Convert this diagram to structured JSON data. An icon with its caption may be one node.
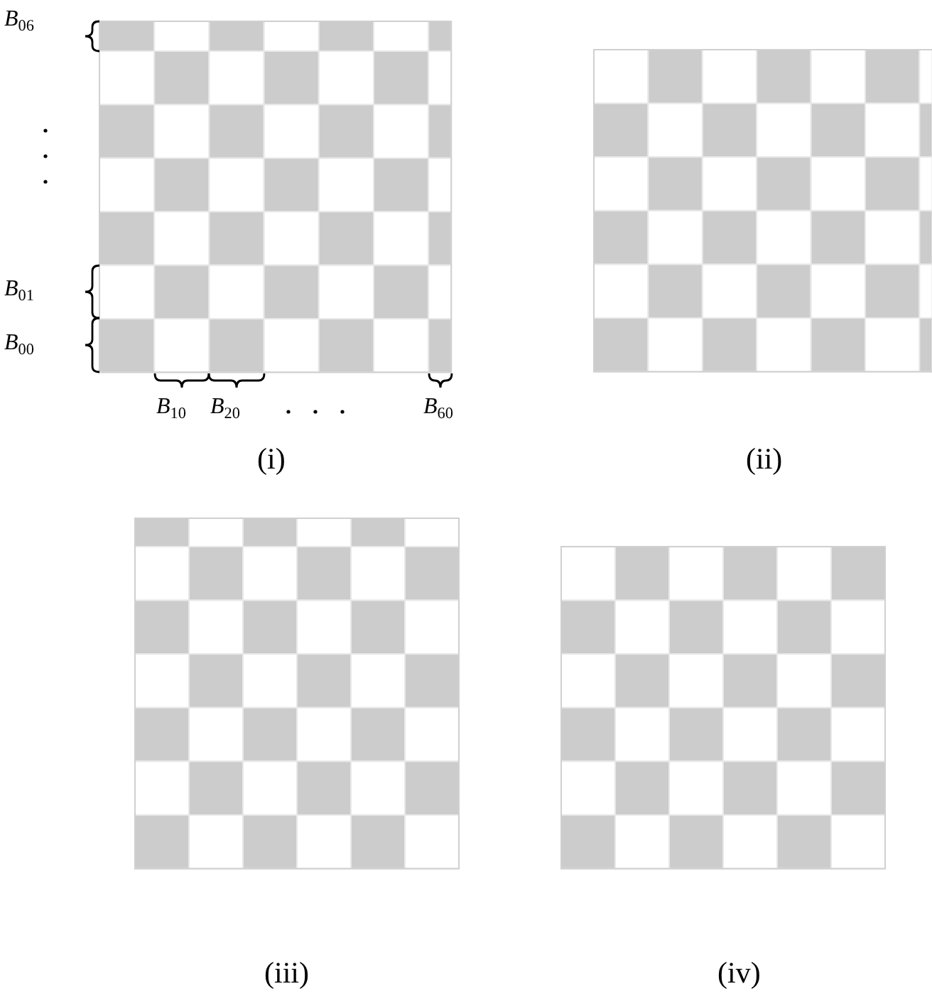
{
  "diagram": {
    "labels": [
      "*B*$_{06}$",
      "*B*$_{01}$",
      "*B*$_{00}$",
      "*B*$_{10}$",
      "*B*$_{20}$",
      "*B*$_{60}$",
      "(i)",
      "(ii)",
      "(iii)",
      "(iv)"
    ]
  }
}
